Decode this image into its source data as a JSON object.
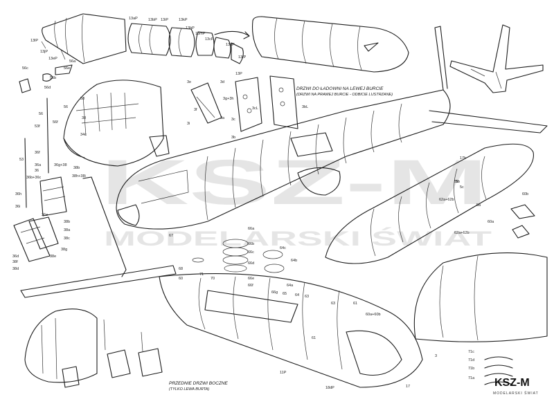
{
  "watermark": {
    "main": "KSZ-M",
    "sub": "MODELARSKI ŚWIAT"
  },
  "captions": {
    "cargo_door_title": "DRZWI DO ŁADOWNI NA LEWEJ BURCIE",
    "cargo_door_note": "(DRZWI NA PRAWEJ BURCIE - ODBICIE LUSTRZANE)",
    "side_door_title": "PRZEDNIE DRZWI BOCZNE",
    "side_door_note": "(TYLKO LEWA BURTA)"
  },
  "logo": {
    "text": "KSZ-M",
    "subtext": "MODELARSKI ŚWIAT"
  },
  "parts": {
    "p13aP": "13aP",
    "p13bP": "13bP",
    "p13iP": "13iP",
    "p13kP": "13kP",
    "p13hP": "13hP",
    "p13fP": "13fP",
    "p13mP": "13mP",
    "p13cP": "13cP",
    "p13dP": "13dP",
    "p13P": "13P",
    "p13lP": "13lP",
    "p13jP": "13jP",
    "p13eP": "13eP",
    "p56c": "56c",
    "p56a": "56a",
    "p56b": "56b",
    "p56d": "56d",
    "p56e": "56e",
    "p56": "56",
    "p56f": "56f",
    "p53f": "53f",
    "p38": "38",
    "p34c": "34c",
    "p3e": "3e",
    "p3d": "3d",
    "p3g3h": "3g+3h",
    "p3f": "3f",
    "p3c": "3c",
    "p3i": "3i",
    "p3b": "3b",
    "p3a": "3a",
    "p3cL": "3cL",
    "p3bL": "3bL",
    "p53": "53",
    "p36f": "36f",
    "p36g38": "36g+38",
    "p36b36c": "36b+36c",
    "p36a": "36a",
    "p36": "36",
    "p36h": "36h",
    "p36e": "36e",
    "p36d": "36d",
    "p38b": "38b",
    "p38c": "38c",
    "p38a": "38a",
    "p38d": "38d",
    "p38e": "38e",
    "p38f": "38f",
    "p38g": "38g",
    "p38hi": "38h+38i",
    "p36i": "36i",
    "p67": "67",
    "p68": "68",
    "p71": "71",
    "p70": "70",
    "p66a": "66a",
    "p66b": "66b",
    "p66c": "66c",
    "p66d": "66d",
    "p66e": "66e",
    "p66f": "66f",
    "p66g": "66g",
    "p64a": "64a",
    "p64b": "64b",
    "p64c": "64c",
    "p65": "65",
    "p64": "64",
    "p63": "63",
    "p61": "61",
    "p60": "60",
    "p60a60b": "60a+60b",
    "p59": "59",
    "p58": "58",
    "p17b": "17b",
    "p5b": "5b",
    "p5c": "5c",
    "p62a62b": "62a+62b",
    "p5a": "5a",
    "p60b": "60b",
    "p60a": "60a",
    "p71c": "71c",
    "p71d": "71d",
    "p71b": "71b",
    "p71a": "71a",
    "p3": "3",
    "p11P": "11P",
    "p17": "17",
    "p18dP": "18dP"
  }
}
